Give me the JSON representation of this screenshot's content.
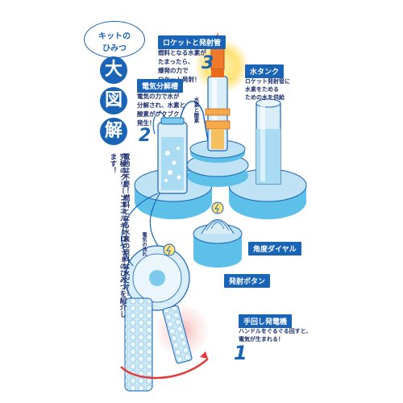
{
  "header": {
    "bubble_line1": "キットの",
    "bubble_line2": "ひみつ",
    "title_chars": [
      "大",
      "図",
      "解"
    ]
  },
  "intro_columns": [
    "電池は不要！燃料となる水素の原料は水だけ！",
    "究極のクリーンエネルギーロケットのひみつを紹介します！"
  ],
  "parts": [
    {
      "number": "1",
      "label": "手回し発電機",
      "desc": [
        "ハンドルをぐるぐる回すと、",
        "電気が生まれる！"
      ]
    },
    {
      "number": "2",
      "label": "電気分解槽",
      "desc": [
        "電気の力で水が",
        "分解され、水素と",
        "酸素がブクブク",
        "発生！"
      ]
    },
    {
      "number": "3",
      "label": "ロケットと発射管",
      "desc": [
        "燃料となる水素が",
        "たまったら、",
        "爆発の力で",
        "ロケット発射！"
      ]
    },
    {
      "number": "",
      "label": "水タンク",
      "desc": [
        "ロケット発射管に",
        "水素をためる",
        "ための水を供給"
      ]
    },
    {
      "number": "",
      "label": "角度ダイヤル",
      "desc": []
    },
    {
      "number": "",
      "label": "発射ボタン",
      "desc": []
    }
  ],
  "annotations": {
    "gas_label": "水素と酸素",
    "current_label": "電気の流れ"
  },
  "colors": {
    "primary": "#1a64b8",
    "base_light": "#bfe3f5",
    "base_mid": "#5cc0e8",
    "accent_orange": "#f07a2a",
    "glow_yellow": "#ffe27a",
    "text_dark": "#1d2f6f"
  }
}
